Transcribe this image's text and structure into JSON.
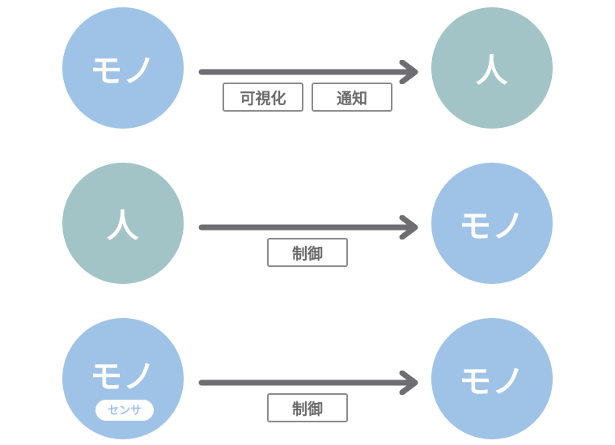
{
  "rows": [
    {
      "from": "モノ",
      "to": "人",
      "labels": [
        "可視化",
        "通知"
      ]
    },
    {
      "from": "人",
      "to": "モノ",
      "labels": [
        "制御"
      ]
    },
    {
      "from": "モノ",
      "from_badge": "センサ",
      "to": "モノ",
      "labels": [
        "制御"
      ]
    }
  ],
  "colors": {
    "mono": "#9fc3e7",
    "hito": "#a3c4c7",
    "arrow": "#6e6e72",
    "label_border": "#8c8c8c"
  }
}
